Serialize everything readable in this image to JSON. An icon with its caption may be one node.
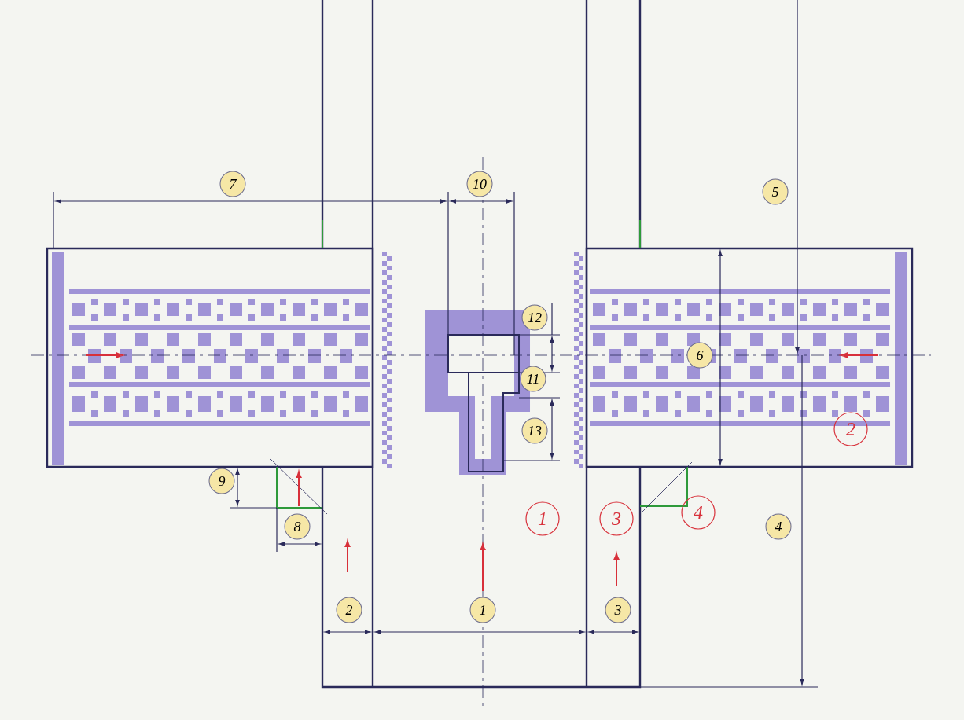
{
  "diagram": {
    "labels": [
      "7",
      "10",
      "5",
      "12",
      "6",
      "11",
      "13",
      "2",
      "9",
      "1",
      "3",
      "4",
      "8",
      "4",
      "2",
      "1",
      "3"
    ]
  }
}
